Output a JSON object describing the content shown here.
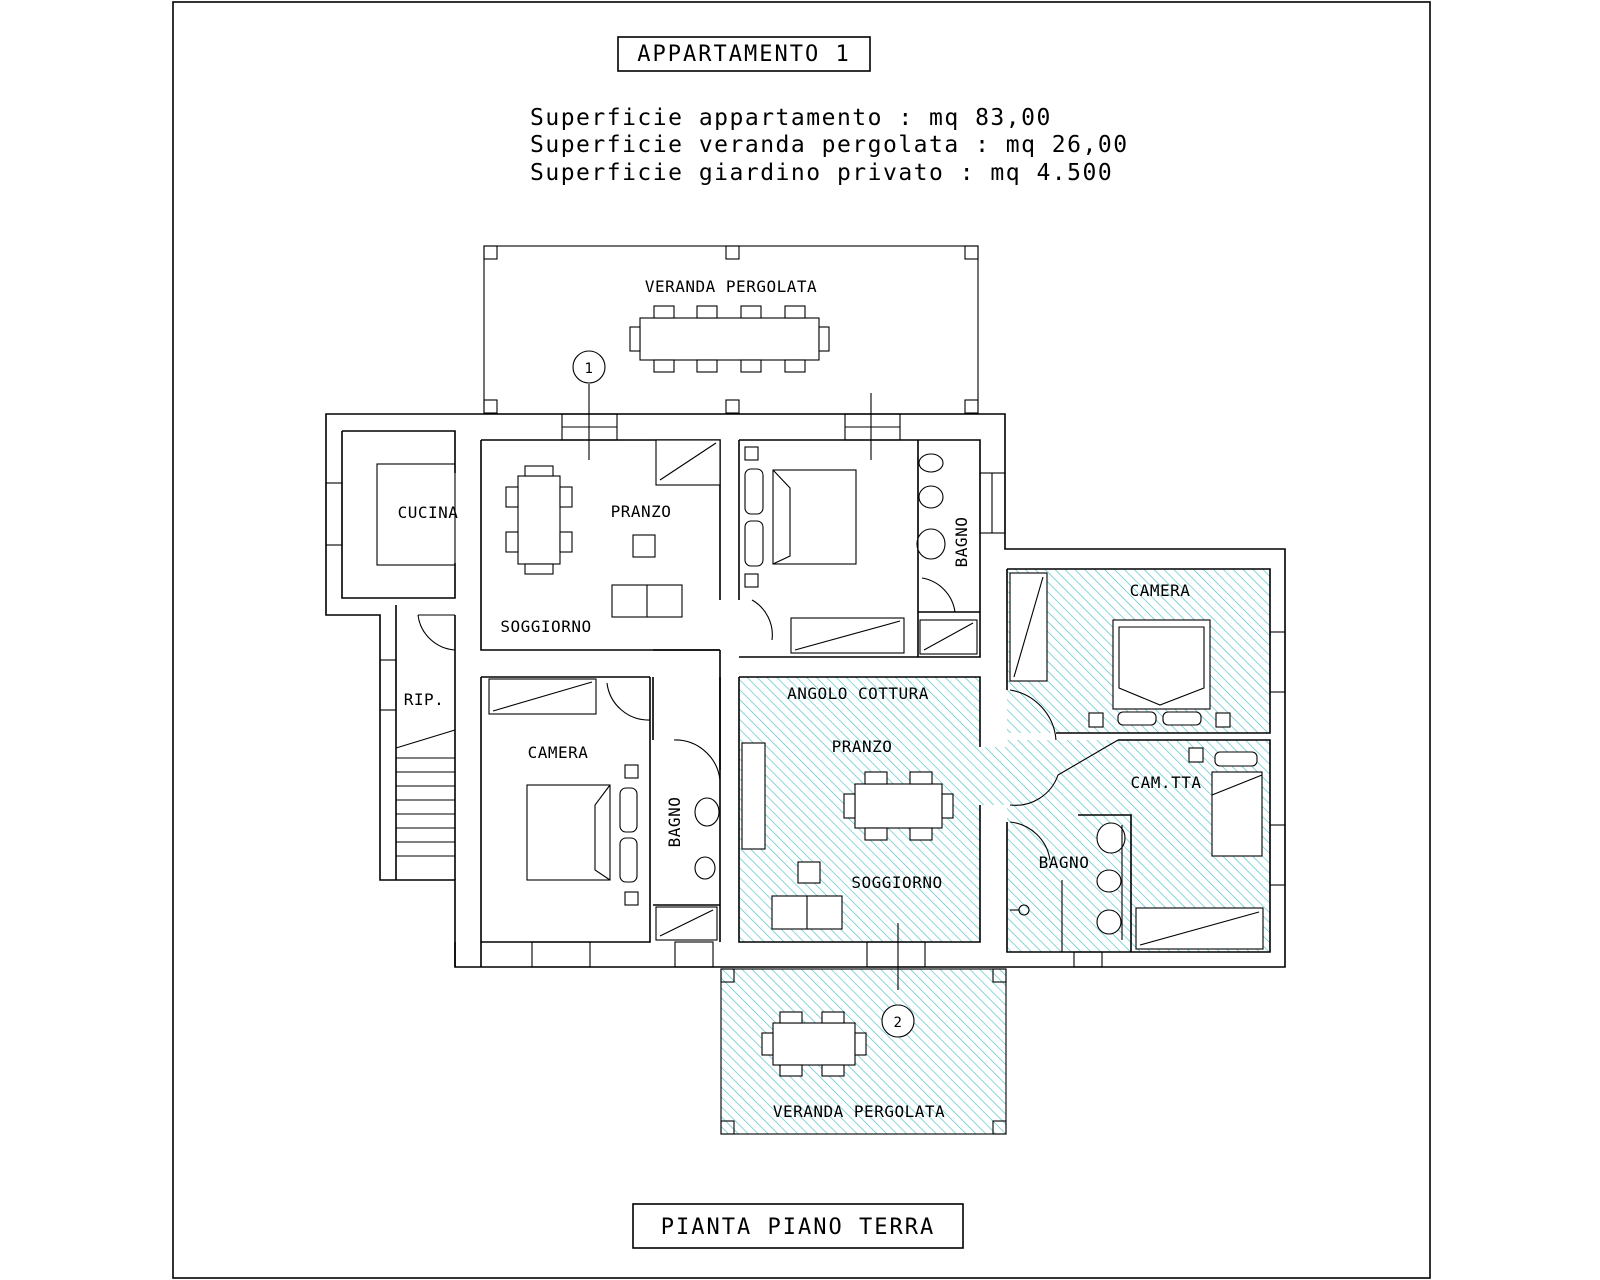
{
  "header": {
    "title": "APPARTAMENTO 1",
    "areas": [
      "Superficie appartamento : mq 83,00",
      "Superficie veranda pergolata : mq 26,00",
      "Superficie giardino privato : mq 4.500"
    ]
  },
  "rooms": {
    "veranda_top": "VERANDA PERGOLATA",
    "cucina": "CUCINA",
    "pranzo_1": "PRANZO",
    "soggiorno_1": "SOGGIORNO",
    "rip": "RIP.",
    "bagno_1": "BAGNO",
    "camera_1": "CAMERA",
    "bagno_2": "BAGNO",
    "angolo_cottura": "ANGOLO COTTURA",
    "pranzo_2": "PRANZO",
    "soggiorno_2": "SOGGIORNO",
    "camera_2": "CAMERA",
    "camerretta": "CAM.TTA",
    "bagno_3": "BAGNO",
    "veranda_bottom": "VERANDA PERGOLATA"
  },
  "markers": {
    "one": "1",
    "two": "2"
  },
  "footer": {
    "title": "PIANTA PIANO TERRA"
  },
  "colors": {
    "hatch": "#48c0c8",
    "line": "#000000",
    "background": "#ffffff"
  }
}
